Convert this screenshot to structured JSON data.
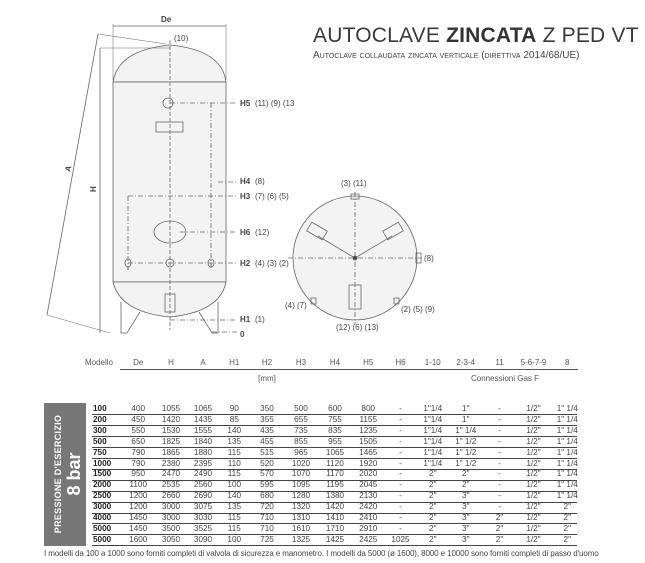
{
  "header": {
    "title_prefix": "AUTOCLAVE ",
    "title_bold": "ZINCATA",
    "title_suffix": " Z PED VT",
    "subtitle": "Autoclave collaudata zincata verticale (direttiva 2014/68/UE)"
  },
  "drawing": {
    "side": {
      "de": "De",
      "a": "A",
      "h": "H",
      "top": "(10)",
      "h5": "H5",
      "h5_refs": "(11) (9) (13",
      "h4": "H4",
      "h4_refs": "(8)",
      "h3": "H3",
      "h3_refs": "(7) (6) (5)",
      "h6": "H6",
      "h6_refs": "(12)",
      "h2": "H2",
      "h2_refs": "(4) (3) (2)",
      "h1": "H1",
      "h1_refs": "(1)",
      "zero": "0"
    },
    "top": {
      "top_refs": "(3) (11)",
      "right_refs": "(8)",
      "left_refs": "(4) (7)",
      "bottom_right_refs": "(2) (5) (9)",
      "bottom_refs": "(12) (6) (13)"
    }
  },
  "table": {
    "model_label": "Modello",
    "columns": [
      "De",
      "H",
      "A",
      "H1",
      "H2",
      "H3",
      "H4",
      "H5",
      "H6",
      "1-10",
      "2-3-4",
      "11",
      "5-6-7-9",
      "8"
    ],
    "unit_label": "[mm]",
    "gas_label": "Connessioni Gas F",
    "side_label": "PRESSIONE D'ESERCIZIO",
    "pressure": "8 bar",
    "rows": [
      {
        "model": "100",
        "values": [
          "400",
          "1055",
          "1065",
          "90",
          "350",
          "500",
          "600",
          "800",
          "-",
          "1\"1/4",
          "1\"",
          "-",
          "1/2\"",
          "1\" 1/4"
        ]
      },
      {
        "model": "200",
        "values": [
          "450",
          "1420",
          "1435",
          "85",
          "355",
          "655",
          "755",
          "1155",
          "-",
          "1\"1/4",
          "1\"",
          "-",
          "1/2\"",
          "1\" 1/4"
        ]
      },
      {
        "model": "300",
        "values": [
          "550",
          "1530",
          "1555",
          "140",
          "435",
          "735",
          "835",
          "1235",
          "-",
          "1\"1/4",
          "1\" 1/4",
          "-",
          "1/2\"",
          "1\" 1/4"
        ]
      },
      {
        "model": "500",
        "values": [
          "650",
          "1825",
          "1840",
          "135",
          "455",
          "855",
          "955",
          "1505",
          "-",
          "1\"1/4",
          "1\" 1/2",
          "-",
          "1/2\"",
          "1\" 1/4"
        ]
      },
      {
        "model": "750",
        "values": [
          "790",
          "1865",
          "1880",
          "115",
          "515",
          "965",
          "1065",
          "1465",
          "-",
          "1\"1/4",
          "1\" 1/2",
          "-",
          "1/2\"",
          "1\" 1/4"
        ]
      },
      {
        "model": "1000",
        "values": [
          "790",
          "2380",
          "2395",
          "110",
          "520",
          "1020",
          "1120",
          "1920",
          "-",
          "1\"1/4",
          "1\" 1/2",
          "-",
          "1/2\"",
          "1\" 1/4"
        ]
      },
      {
        "model": "1500",
        "values": [
          "950",
          "2470",
          "2490",
          "115",
          "570",
          "1070",
          "1170",
          "2020",
          "-",
          "2\"",
          "2\"",
          "-",
          "1/2\"",
          "1\" 1/4"
        ]
      },
      {
        "model": "2000",
        "values": [
          "1100",
          "2535",
          "2560",
          "100",
          "595",
          "1095",
          "1195",
          "2045",
          "-",
          "2\"",
          "2\"",
          "-",
          "1/2\"",
          "1\" 1/4"
        ]
      },
      {
        "model": "2500",
        "values": [
          "1200",
          "2660",
          "2690",
          "140",
          "680",
          "1280",
          "1380",
          "2130",
          "-",
          "2\"",
          "3\"",
          "-",
          "1/2\"",
          "1\" 1/4"
        ]
      },
      {
        "model": "3000",
        "values": [
          "1200",
          "3000",
          "3075",
          "135",
          "720",
          "1320",
          "1420",
          "2420",
          "-",
          "2\"",
          "3\"",
          "-",
          "1/2\"",
          "2\""
        ]
      },
      {
        "model": "4000",
        "values": [
          "1450",
          "3000",
          "3030",
          "115",
          "710",
          "1310",
          "1410",
          "2410",
          "-",
          "2\"",
          "3\"",
          "2\"",
          "1/2\"",
          "2\""
        ]
      },
      {
        "model": "5000",
        "values": [
          "1450",
          "3500",
          "3525",
          "115",
          "710",
          "1610",
          "1710",
          "2910",
          "-",
          "2\"",
          "3\"",
          "2\"",
          "1/2\"",
          "2\""
        ]
      },
      {
        "model": "5000",
        "values": [
          "1600",
          "3050",
          "3090",
          "100",
          "725",
          "1325",
          "1425",
          "2425",
          "1025",
          "2\"",
          "3\"",
          "2\"",
          "1/2\"",
          "2\""
        ]
      }
    ],
    "footnote": "I modelli da 100 a 1000 sono forniti completi di valvola di sicurezza e manometro. I modelli da 5000 (ø 1600), 8000 e 10000 sono forniti completi di passo d'uomo"
  }
}
